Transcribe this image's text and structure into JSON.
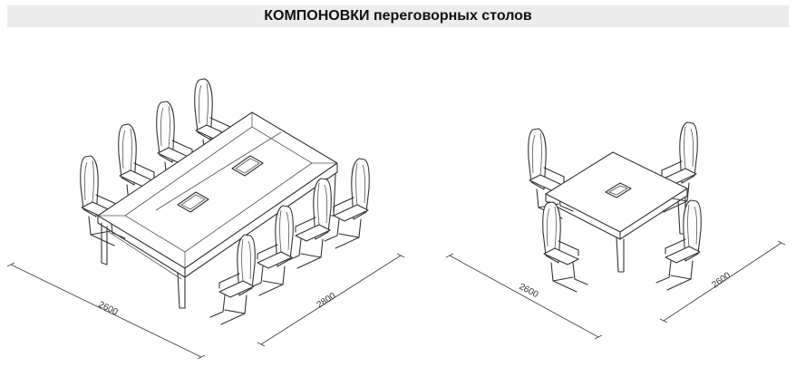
{
  "header": {
    "title": "КОМПОНОВКИ переговорных столов"
  },
  "layouts": [
    {
      "name": "large-table",
      "dimensions": {
        "width": "2600",
        "length": "2800"
      }
    },
    {
      "name": "small-table",
      "dimensions": {
        "width": "2600",
        "length": "2600"
      }
    }
  ]
}
